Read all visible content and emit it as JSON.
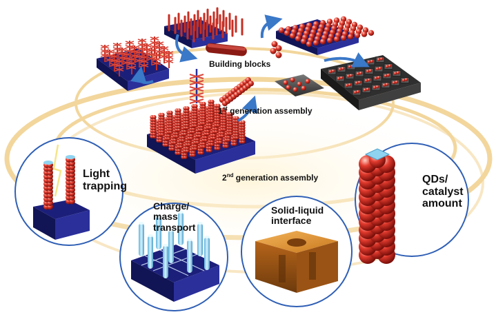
{
  "labels": {
    "building_blocks": "Building blocks",
    "first_gen_num": "1",
    "first_gen_sup": "st",
    "first_gen_text": " generation assembly",
    "second_gen_num": "2",
    "second_gen_sup": "nd",
    "second_gen_text": " generation assembly",
    "light_trapping": "Light\ntrapping",
    "charge_mass_transport": "Charge/\nmass\ntransport",
    "solid_liquid_interface": "Solid-liquid\ninterface",
    "qds_catalyst_amount": "QDs/\ncatalyst\namount"
  },
  "colors": {
    "sphere_red": "#e23b2e",
    "substrate_blue": "#1c1f7a",
    "ring_gold": "#e9b54d",
    "arrow_blue": "#3a78c8",
    "circle_border": "#2f5fb5",
    "cube_orange": "#c9781e",
    "rod_cyan": "#8fd3f0"
  }
}
